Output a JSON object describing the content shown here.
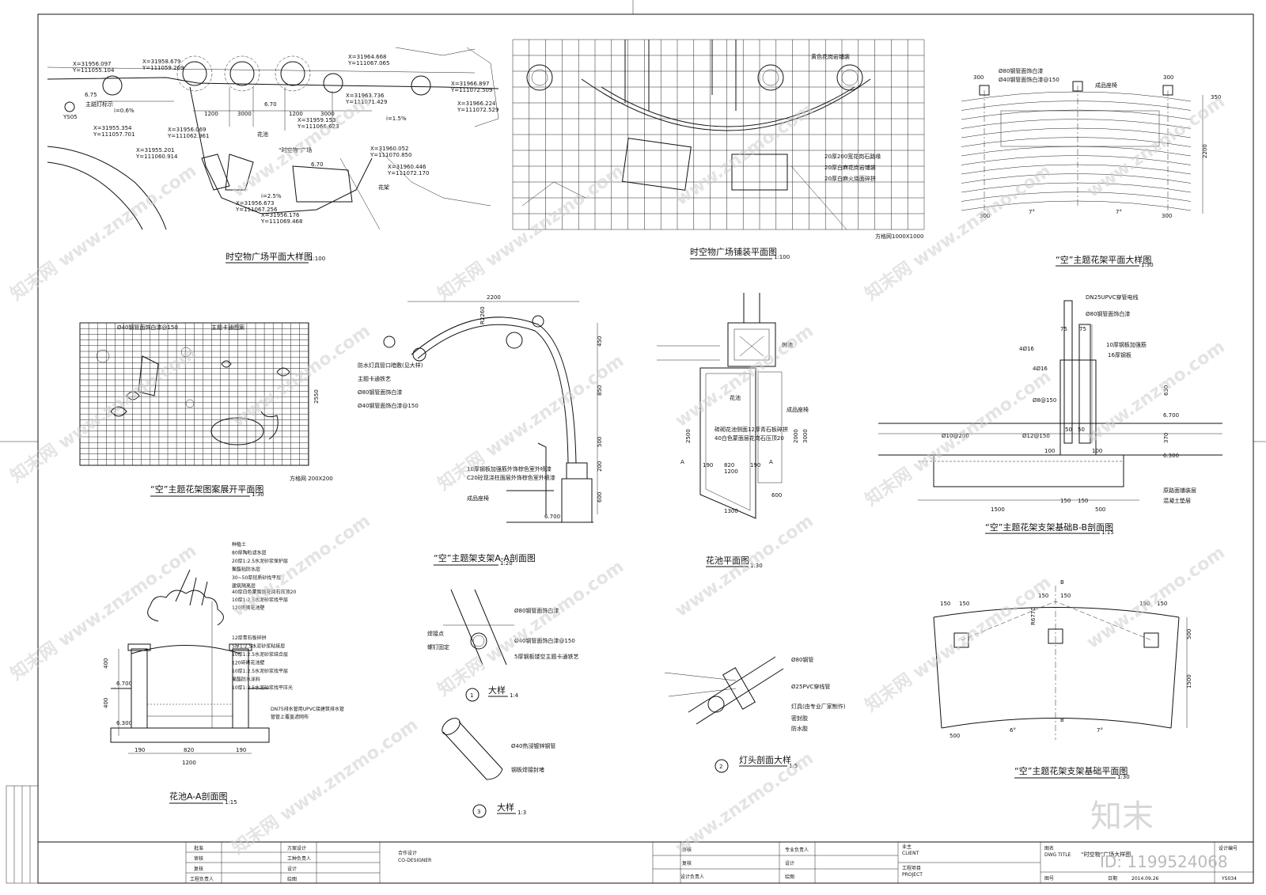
{
  "titles": {
    "plaza_plan": "时空物广场平面大样图",
    "plaza_plan_scale": "1:100",
    "paving_plan": "时空物广场铺装平面图",
    "paving_plan_scale": "1:100",
    "pergola_plan": "“空”主题花架平面大样图",
    "pergola_plan_scale": "1:30",
    "pattern_plan": "“空”主题花架图案展开平面图",
    "pattern_plan_scale": "1:30",
    "pergola_section": "“空”主题架支架A-A剖面图",
    "pergola_section_scale": "1:20",
    "planter_plan": "花池平面图",
    "planter_plan_scale": "1:30",
    "foundation_section": "“空”主题花架支架基础B-B剖面图",
    "foundation_section_scale": "1:15",
    "planter_section": "花池A-A剖面图",
    "planter_section_scale": "1:15",
    "detail1": "大样",
    "detail1_scale": "1:4",
    "detail3": "大样",
    "detail3_scale": "1:3",
    "lamp_detail": "灯头剖面大样",
    "lamp_detail_scale": "1:5",
    "foundation_plan": "“空”主题花架支架基础平面图",
    "foundation_plan_scale": "1:30"
  },
  "plaza_annotations": {
    "coords": [
      "X=31956.097",
      "Y=111055.104",
      "X=31958.679",
      "Y=111059.269",
      "X=31964.668",
      "Y=111067.065",
      "X=31963.736",
      "Y=111071.429",
      "X=31959.153",
      "Y=111066.623",
      "X=31966.897",
      "Y=111072.509",
      "X=31966.224",
      "Y=111072.529",
      "X=31955.354",
      "Y=111057.701",
      "X=31956.069",
      "Y=111062.961",
      "X=31955.201",
      "Y=111060.914",
      "X=31960.052",
      "Y=111070.850",
      "X=31960.446",
      "Y=111072.170",
      "X=31956.673",
      "Y=111067.256",
      "X=31956.176",
      "Y=111069.468"
    ],
    "dims": [
      "1200",
      "3000",
      "1200",
      "3000"
    ],
    "elevations": [
      "6.75",
      "6.70",
      "6.70"
    ],
    "slopes": [
      "i=0.6%",
      "i=1.5%",
      "i=2.5%"
    ],
    "labels": [
      "主路灯标示",
      "花池",
      "“时空物”广场",
      "花架"
    ],
    "refs": [
      "YS05"
    ]
  },
  "paving_annotations": {
    "labels": [
      "黄色花岗岩铺装",
      "20厚200宽花岗石路缘",
      "20厚白麻花岗岩铺装",
      "20厚白麻火烧面碎拼"
    ],
    "grid_note": "方格网1000X1000"
  },
  "pergola_plan_annotations": {
    "labels": [
      "Ø80钢管面饰白漆",
      "Ø40钢管面饰白漆@150",
      "成品座椅"
    ],
    "dims": [
      "300",
      "300",
      "300",
      "300",
      "7°",
      "7°",
      "2200",
      "350"
    ]
  },
  "pattern_annotations": {
    "labels": [
      "Ø40钢管面饰白漆@150",
      "主题卡通图案"
    ],
    "dim_h": "2550",
    "grid_note": "方格网 200X200"
  },
  "section_annotations": {
    "dims_top": "2200",
    "dims_v": [
      "450",
      "850",
      "500",
      "200",
      "600"
    ],
    "radius": "R2260",
    "labels": [
      "防水灯具管口暗敷(见大样)",
      "主题卡通铁艺",
      "Ø80钢管面饰白漆",
      "Ø40钢管面饰白漆@150",
      "10厚钢板加强筋外饰棕色室外喷漆",
      "C20砼现浇柱面层外饰棕色室外喷漆",
      "成品座椅"
    ],
    "elevation": "6.700"
  },
  "planter_plan_annotations": {
    "labels": [
      "树池",
      "花池",
      "成品座椅",
      "砖砌花池侧面12厚青石板碎拼",
      "40白色蒙面层花岗石压顶20"
    ],
    "dims": [
      "2500",
      "3000",
      "2000",
      "190",
      "820",
      "190",
      "1200",
      "1300",
      "600"
    ],
    "section_marks": [
      "A",
      "A"
    ]
  },
  "foundation_section_annotations": {
    "labels": [
      "DN25UPVC穿管电线",
      "Ø80钢管面饰白漆",
      "10厚钢板加强筋",
      "4Ø16",
      "16厚钢板",
      "4Ø16",
      "Ø8@150",
      "Ø10@200",
      "Ø12@150",
      "原路面铺装层",
      "混凝土垫层"
    ],
    "dims": [
      "75",
      "75",
      "630",
      "370",
      "100",
      "100",
      "50",
      "50",
      "1500",
      "150",
      "150",
      "500"
    ],
    "elevations": [
      "6.700",
      "6.300"
    ]
  },
  "planter_section_annotations": {
    "labels": [
      "种植土",
      "80厚陶粒滤水层",
      "20厚1:2.5水泥砂浆保护层",
      "聚酯毡防水层",
      "30~50厚轻质砂找平层",
      "建筑隔离层",
      "40厚白色蒙面层花岗石压顶20",
      "10厚1:2.5水泥砂浆找平层",
      "120砖砌花池壁",
      "12厚青石板碎拼",
      "5厚1:2.5水泥砂浆粘接层",
      "10厚1:2.5水泥砂浆结合层",
      "120砖砌花池壁",
      "10厚1:2.5水泥砂浆找平层",
      "聚酯防水涂料",
      "10厚1:2.5水泥砂浆找平压光",
      "DN75排水管用UPVC接建筑排水管",
      "管管上覆盖滤网布"
    ],
    "dims": [
      "400",
      "400",
      "190",
      "820",
      "190",
      "1200"
    ],
    "elevations": [
      "6.700",
      "6.300"
    ]
  },
  "detail1_annotations": {
    "labels": [
      "Ø80钢管面饰白漆",
      "焊接点",
      "螺钉固定",
      "Ø40钢管面饰白漆@150",
      "5厚钢板镂空主题卡通铁艺"
    ],
    "num": "1"
  },
  "detail3_annotations": {
    "labels": [
      "Ø40热浸镀锌钢管",
      "钢板焊接封堵"
    ],
    "num": "3"
  },
  "lamp_annotations": {
    "labels": [
      "Ø80钢管",
      "Ø25PVC穿线管",
      "灯具(由专业厂家制作)",
      "密封胶",
      "防水胶"
    ],
    "num": "2"
  },
  "foundation_plan_annotations": {
    "dims": [
      "150",
      "150",
      "150",
      "150",
      "150",
      "150",
      "500",
      "1500",
      "500",
      "6°",
      "7°"
    ],
    "radius": "R6770",
    "marks": [
      "B",
      "B"
    ]
  },
  "title_block": {
    "rows_left": [
      {
        "a": "批准",
        "b": "方案设计"
      },
      {
        "a": "审核",
        "b": "工种负责人"
      },
      {
        "a": "复核",
        "b": "设计"
      },
      {
        "a": "工程负责人",
        "b": "绘图"
      }
    ],
    "codesign": "合作设计",
    "codesign_en": "CO-DESIGNER",
    "rows_mid": [
      {
        "a": "审核",
        "b": "专业负责人"
      },
      {
        "a": "复核",
        "b": "设计"
      },
      {
        "a": "设计负责人",
        "b": "绘图"
      }
    ],
    "client": "业主",
    "client_en": "CLIENT",
    "project": "工程项目",
    "project_en": "PROJECT",
    "dwg_title_label": "图名",
    "dwg_title_en": "DWG TITLE",
    "dwg_title": "“时空物”广场大样图",
    "design_no_label": "设计编号",
    "sheet_label": "图号",
    "date_label": "日期",
    "date": "2014.09.26",
    "sheet_no": "YS034"
  },
  "watermark": {
    "site": "www.znzmo.com",
    "brand_cn": "知末网",
    "logo": "知末",
    "id": "ID: 1199524068"
  }
}
